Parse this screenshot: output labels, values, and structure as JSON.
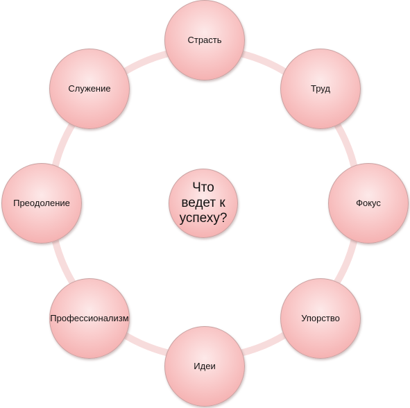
{
  "diagram": {
    "center_label": "Что\nведет к\nуспеху?",
    "nodes": [
      "Страсть",
      "Труд",
      "Фокус",
      "Упорство",
      "Идеи",
      "Профессионализм",
      "Преодоление",
      "Служение"
    ],
    "colors": {
      "ring": "#f7dcdc",
      "node_fill": "#f9c9c9",
      "node_border": "#c9a2a2"
    }
  }
}
